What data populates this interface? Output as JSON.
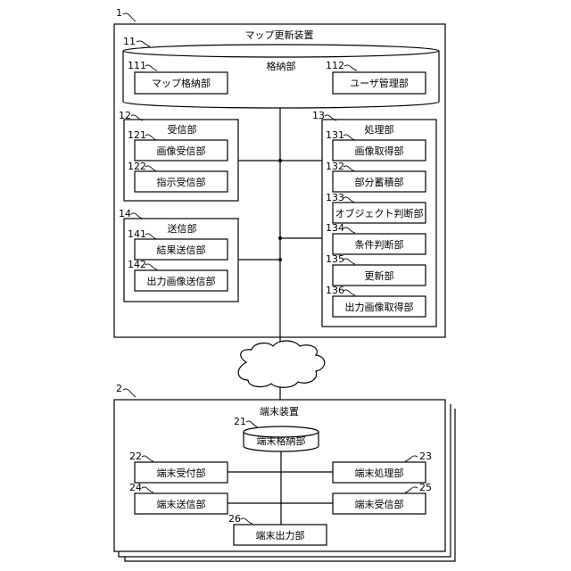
{
  "refs": {
    "map_device": "1",
    "storage": "11",
    "map_storage": "111",
    "user_mgmt": "112",
    "receiver": "12",
    "image_receiver": "121",
    "instruction_receiver": "122",
    "processor": "13",
    "image_acquirer": "131",
    "partial_accumulator": "132",
    "object_judge": "133",
    "condition_judge": "134",
    "updater": "135",
    "output_image_acquirer": "136",
    "transmitter": "14",
    "result_transmitter": "141",
    "output_image_transmitter": "142",
    "terminal": "2",
    "terminal_storage": "21",
    "terminal_acceptor": "22",
    "terminal_processor": "23",
    "terminal_transmitter": "24",
    "terminal_receiver": "25",
    "terminal_output": "26"
  },
  "labels": {
    "map_device": "マップ更新装置",
    "storage": "格納部",
    "map_storage": "マップ格納部",
    "user_mgmt": "ユーザ管理部",
    "receiver": "受信部",
    "image_receiver": "画像受信部",
    "instruction_receiver": "指示受信部",
    "processor": "処理部",
    "image_acquirer": "画像取得部",
    "partial_accumulator": "部分蓄積部",
    "object_judge": "オブジェクト判断部",
    "condition_judge": "条件判断部",
    "updater": "更新部",
    "output_image_acquirer": "出力画像取得部",
    "transmitter": "送信部",
    "result_transmitter": "結果送信部",
    "output_image_transmitter": "出力画像送信部",
    "terminal": "端末装置",
    "terminal_storage": "端末格納部",
    "terminal_acceptor": "端末受付部",
    "terminal_processor": "端末処理部",
    "terminal_transmitter": "端末送信部",
    "terminal_receiver": "端末受信部",
    "terminal_output": "端末出力部"
  }
}
